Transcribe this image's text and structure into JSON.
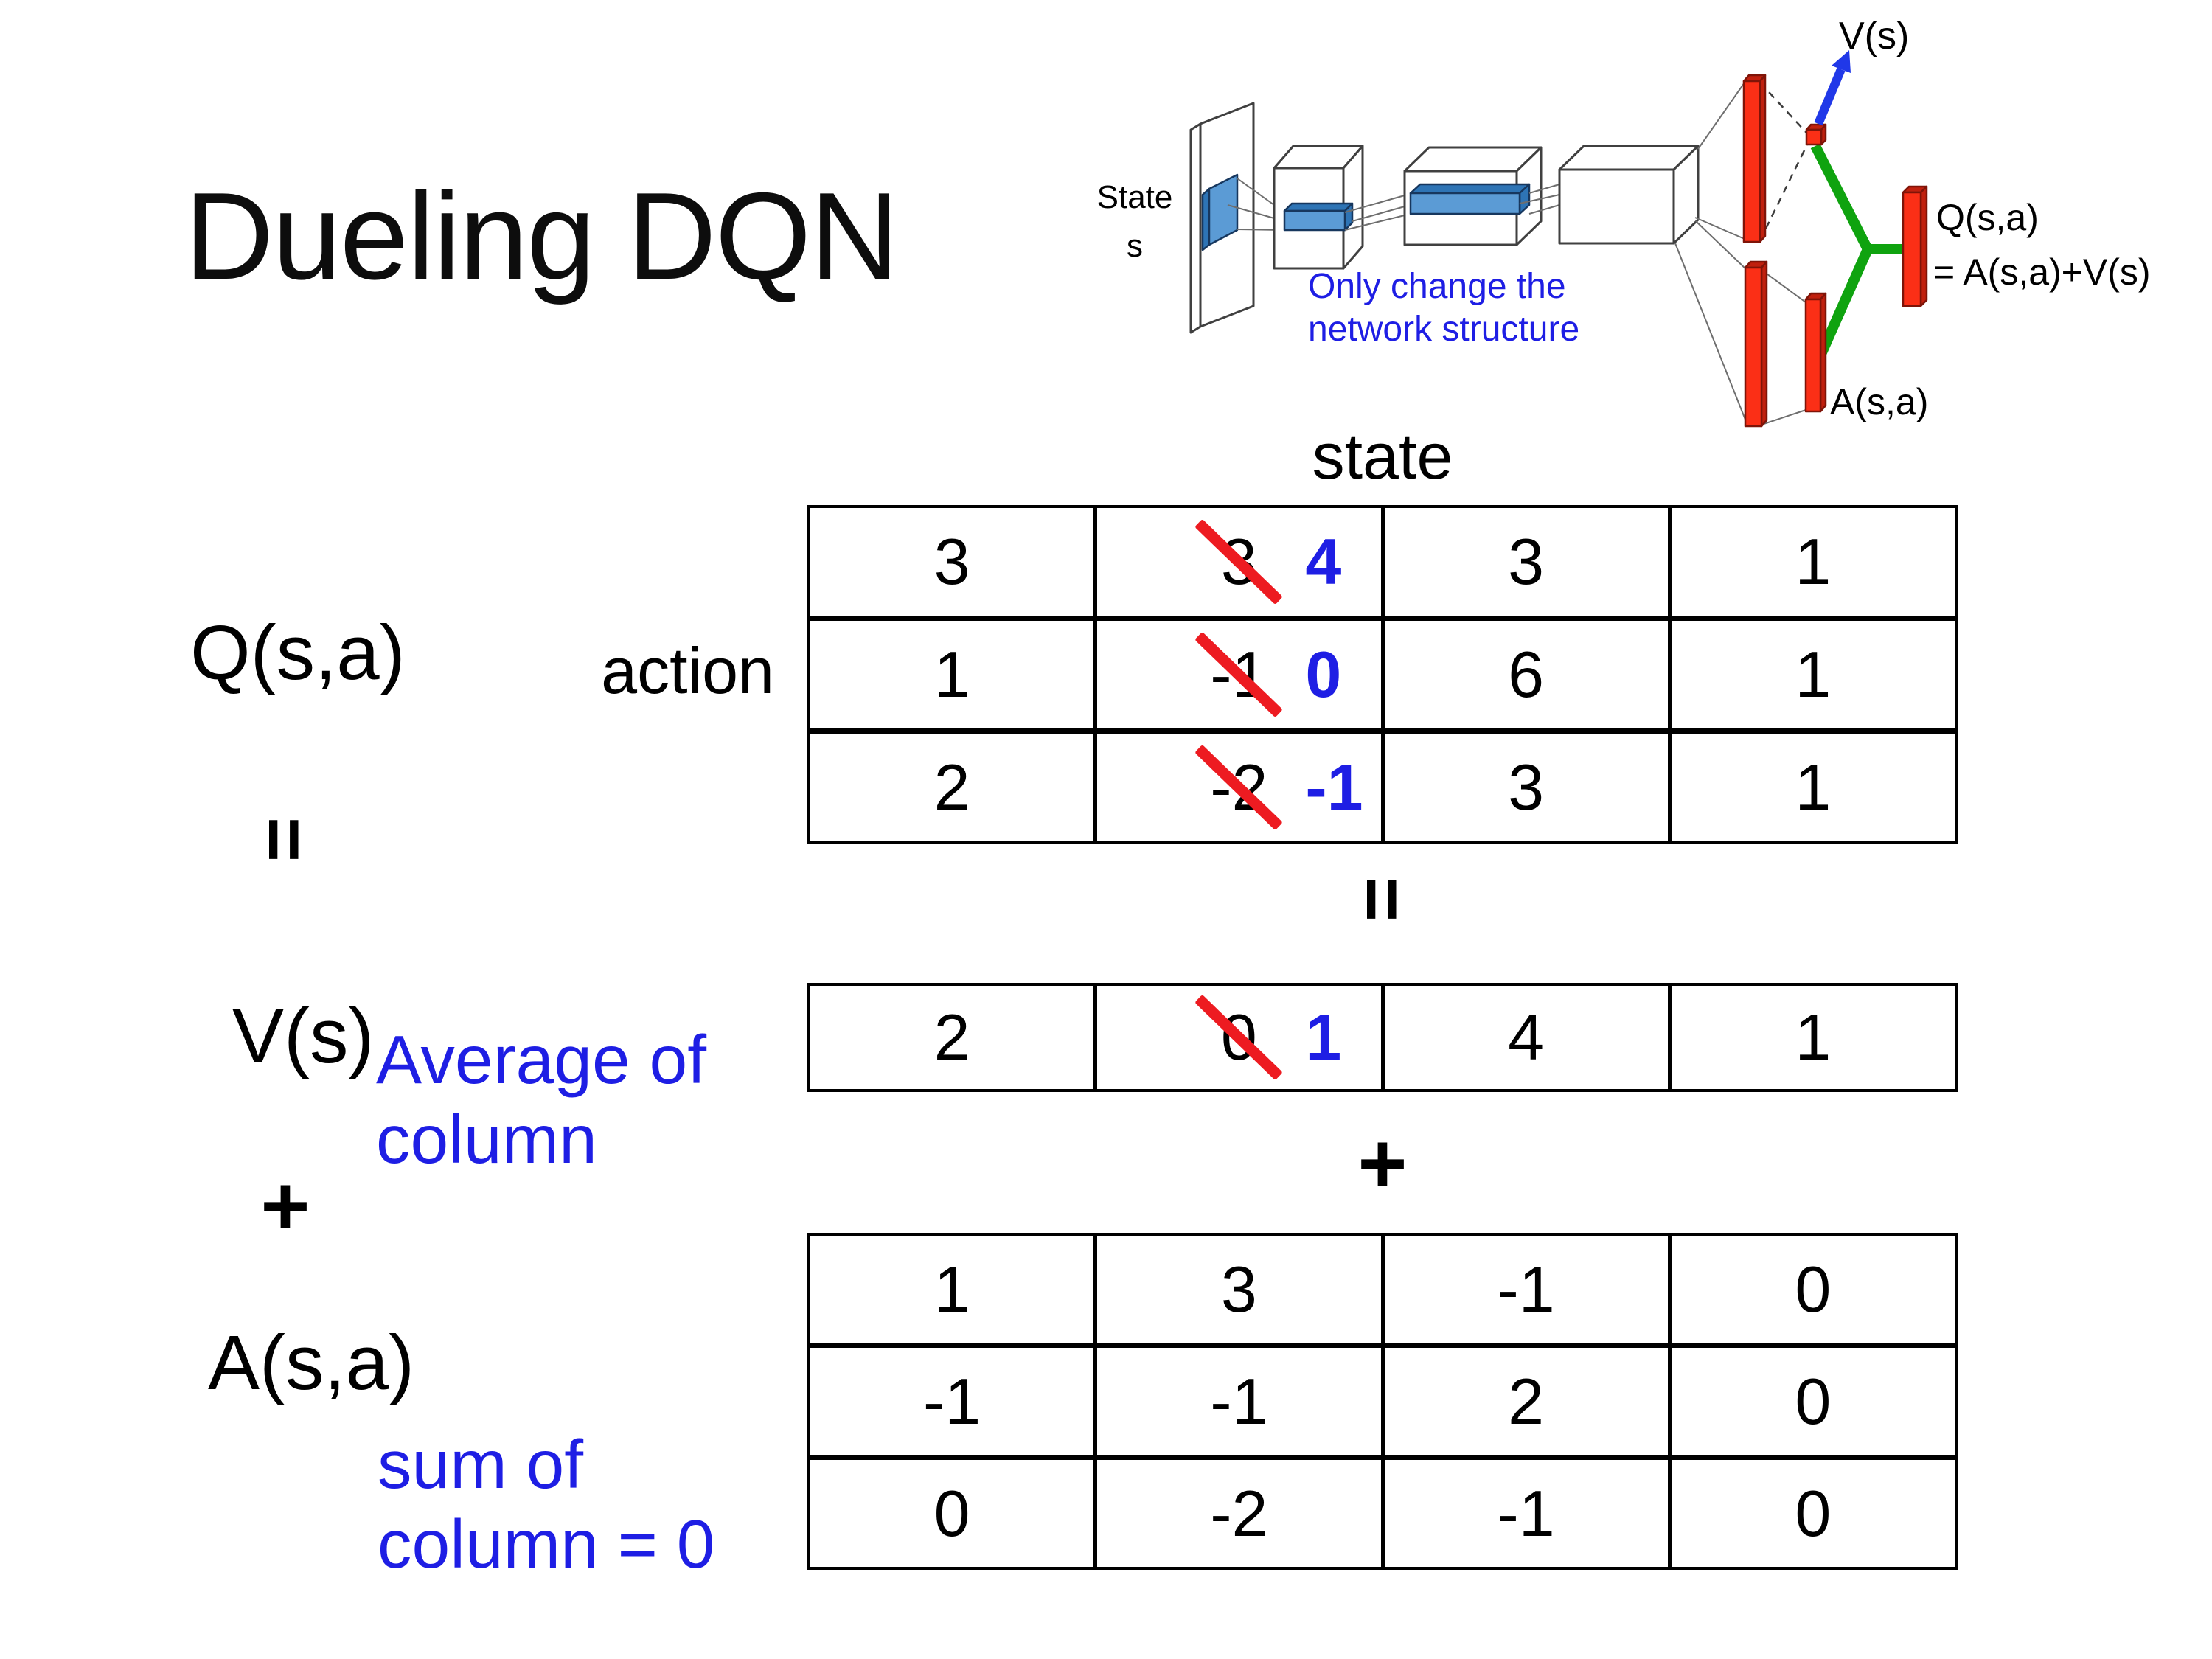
{
  "slide": {
    "title": "Dueling DQN",
    "background": "#ffffff"
  },
  "colors": {
    "accent_blue": "#1E1EE4",
    "cross_red": "#ED1B21",
    "arrow_blue": "#2038E8",
    "green": "#0FA30F",
    "bar_red": "#FB2F16",
    "bar_red_dark": "#C0200E",
    "bar_red_stroke": "#7F1408",
    "box_blue": "#5B9BD5",
    "box_blue_dark": "#2E74B5",
    "box_blue_stroke": "#17375E"
  },
  "diagram": {
    "state_label_line1": "State",
    "state_label_line2": "s",
    "note_line1": "Only change the",
    "note_line2": "network structure",
    "v_label": "V(s)",
    "q_label": "Q(s,a)",
    "q_formula": "= A(s,a)+V(s)",
    "a_label": "A(s,a)"
  },
  "equation": {
    "q_label": "Q(s,a)",
    "action_label": "action",
    "state_label": "state",
    "equals": "=",
    "plus": "+",
    "v_label": "V(s)",
    "v_note_line1": "Average of",
    "v_note_line2": "column",
    "a_label": "A(s,a)",
    "a_note_line1": "sum of",
    "a_note_line2": "column = 0"
  },
  "tables": {
    "q": {
      "name": "Q(s,a) values (action x state)",
      "rows": [
        [
          {
            "v": "3"
          },
          {
            "v": "3",
            "cross": true,
            "new": "4"
          },
          {
            "v": "3"
          },
          {
            "v": "1"
          }
        ],
        [
          {
            "v": "1"
          },
          {
            "v": "-1",
            "cross": true,
            "new": "0"
          },
          {
            "v": "6"
          },
          {
            "v": "1"
          }
        ],
        [
          {
            "v": "2"
          },
          {
            "v": "-2",
            "cross": true,
            "new": "-1"
          },
          {
            "v": "3"
          },
          {
            "v": "1"
          }
        ]
      ]
    },
    "v": {
      "name": "V(s) values (average of column)",
      "rows": [
        [
          {
            "v": "2"
          },
          {
            "v": "0",
            "cross": true,
            "new": "1"
          },
          {
            "v": "4"
          },
          {
            "v": "1"
          }
        ]
      ]
    },
    "a": {
      "name": "A(s,a) values (sum of column = 0)",
      "rows": [
        [
          {
            "v": "1"
          },
          {
            "v": "3"
          },
          {
            "v": "-1"
          },
          {
            "v": "0"
          }
        ],
        [
          {
            "v": "-1"
          },
          {
            "v": "-1"
          },
          {
            "v": "2"
          },
          {
            "v": "0"
          }
        ],
        [
          {
            "v": "0"
          },
          {
            "v": "-2"
          },
          {
            "v": "-1"
          },
          {
            "v": "0"
          }
        ]
      ]
    }
  }
}
